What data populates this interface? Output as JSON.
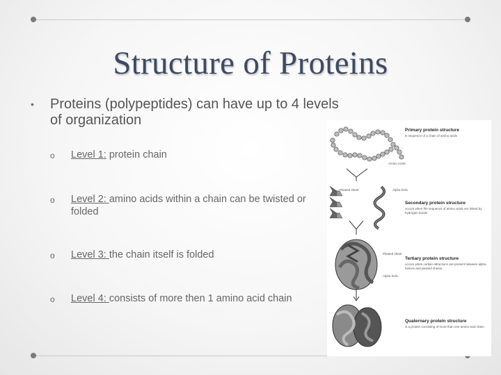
{
  "slide": {
    "title": "Structure of Proteins",
    "bullet": "Proteins (polypeptides) can have up to 4 levels of organization",
    "sub_items": [
      {
        "label": "Level 1:",
        "text": " protein chain"
      },
      {
        "label": "Level 2: ",
        "text": "amino acids within a chain can be twisted or folded"
      },
      {
        "label": "Level 3: ",
        "text": "the chain itself is folded"
      },
      {
        "label": "Level 4: ",
        "text": "consists of more then 1 amino acid chain"
      }
    ]
  },
  "figure": {
    "primary_title": "Primary protein structure",
    "primary_desc": "is sequence of a chain of amino acids",
    "amino_acids": "Amino Acids",
    "pleated_sheet_1": "Pleated sheet",
    "alpha_helix_1": "Alpha helix",
    "secondary_title": "Secondary protein structure",
    "secondary_desc": "occurs when the sequence of amino acids are linked by hydrogen bonds",
    "pleated_sheet_2": "Pleated sheet",
    "tertiary_title": "Tertiary protein structure",
    "tertiary_desc": "occurs when certain attractions are present between alpha helices and pleated sheets.",
    "alpha_helix_2": "Alpha helix",
    "quaternary_title": "Quaternary protein structure",
    "quaternary_desc": "is a protein consisting of more than one amino acid chain."
  }
}
